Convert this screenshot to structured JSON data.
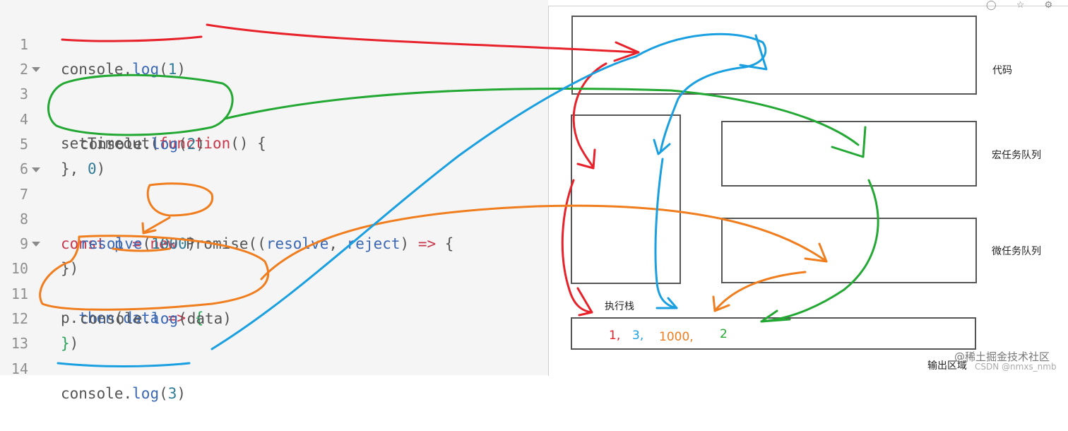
{
  "code_lines": [
    {
      "n": "1"
    },
    {
      "n": "2"
    },
    {
      "n": "3"
    },
    {
      "n": "4"
    },
    {
      "n": "5"
    },
    {
      "n": "6"
    },
    {
      "n": "7"
    },
    {
      "n": "8"
    },
    {
      "n": "9"
    },
    {
      "n": "10"
    },
    {
      "n": "11"
    },
    {
      "n": "12"
    },
    {
      "n": "13"
    },
    {
      "n": "14"
    }
  ],
  "code": {
    "l1": {
      "a": "console.",
      "b": "log",
      "c": "(",
      "d": "1",
      "e": ")"
    },
    "l3": {
      "a": "setTimeout",
      "b": "(",
      "c": "function",
      "d": "() {"
    },
    "l4": {
      "a": "console.",
      "b": "log",
      "c": "(",
      "d": "2",
      "e": ")"
    },
    "l5": {
      "a": "}, ",
      "b": "0",
      "c": ")"
    },
    "l7": {
      "a": "const",
      "b": " p ",
      "c": "=",
      "d": " ",
      "e": "new",
      "f": " Promise((",
      "g": "resolve",
      "h": ", ",
      "i": "reject",
      "j": ") ",
      "k": "=>",
      "l": " {"
    },
    "l8": {
      "a": "resolve",
      "b": "(",
      "c": "1000",
      "d": ")"
    },
    "l9": {
      "a": "})"
    },
    "l10": {
      "a": "p.",
      "b": "then",
      "c": "(",
      "d": "data",
      "e": " ",
      "f": "=>",
      "g": " {"
    },
    "l11": {
      "a": "console.",
      "b": "log",
      "c": "(data)"
    },
    "l12": {
      "a": "}",
      "b": ")"
    },
    "l14": {
      "a": "console.",
      "b": "log",
      "c": "(",
      "d": "3",
      "e": ")"
    }
  },
  "diagram": {
    "code_label": "代码",
    "macro_label": "宏任务队列",
    "micro_label": "微任务队列",
    "stack_label": "执行栈",
    "output_label": "输出区域",
    "outputs": [
      "1,",
      "3,",
      "1000,",
      "2"
    ]
  },
  "colors": {
    "red": "#e8222b",
    "blue": "#1a9fe0",
    "green": "#24a834",
    "orange": "#f07d1e"
  },
  "watermark": "@稀土掘金技术社区",
  "watermark2": "CSDN @nmxs_nmb"
}
